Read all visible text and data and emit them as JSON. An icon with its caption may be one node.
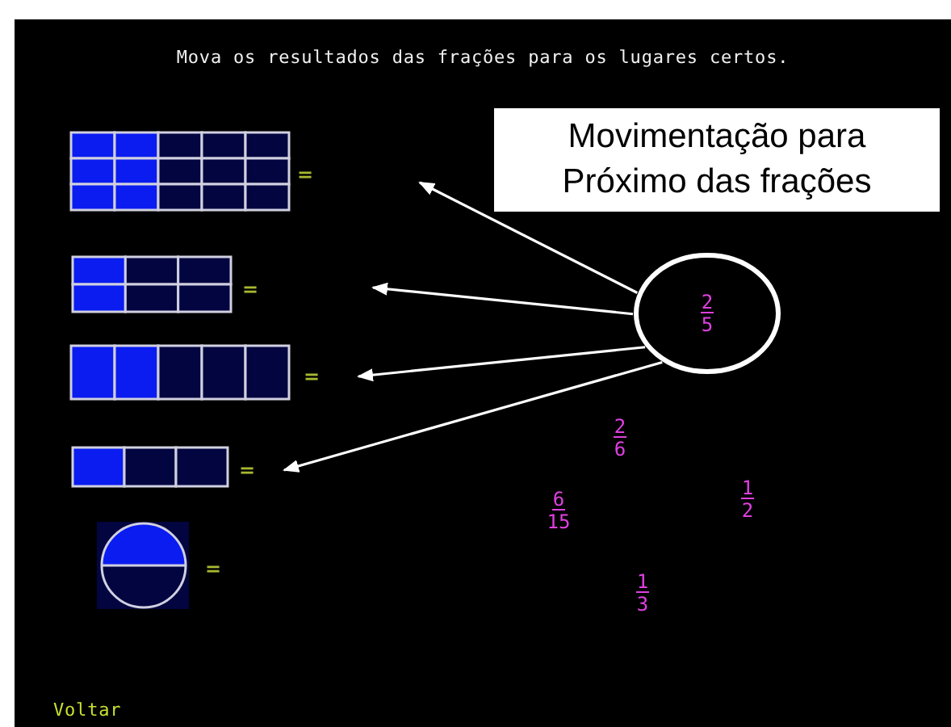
{
  "diagram": {
    "title": "Mova os resultados das frações para os lugares certos.",
    "nodes": [
      {
        "text": [
          "Movimentação para Próximo das frações"
        ]
      },
      {
        "text": [
          "2",
          "5"
        ]
      },
      {
        "text": [
          "2",
          "6"
        ]
      },
      {
        "text": [
          "6",
          "15"
        ]
      },
      {
        "text": [
          "1",
          "2"
        ]
      },
      {
        "text": [
          "1",
          "3"
        ]
      }
    ],
    "edges": [
      {
        "from": 1,
        "to": null,
        "arrow": "to"
      },
      {
        "from": 1,
        "to": null,
        "arrow": "to"
      },
      {
        "from": 1,
        "to": null,
        "arrow": "to"
      },
      {
        "from": 1,
        "to": null,
        "arrow": "to"
      }
    ],
    "labels": [
      "=",
      "=",
      "=",
      "=",
      "=",
      "Voltar"
    ]
  }
}
